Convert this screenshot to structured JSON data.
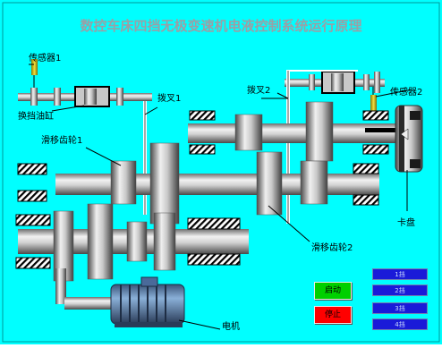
{
  "title": "数控车床四挡无极变速机电液控制系统运行原理",
  "labels": {
    "sensor1": "传感器1",
    "sensor2": "传感器2",
    "shift_cylinder": "换挡油缸",
    "fork1": "拨叉1",
    "fork2": "拨叉2",
    "slide_gear1": "滑移齿轮1",
    "slide_gear2": "滑移齿轮2",
    "chuck": "卡盘",
    "motor": "电机"
  },
  "controls": {
    "start": "启动",
    "stop": "停止",
    "gears": [
      "1挡",
      "2挡",
      "3挡",
      "4挡"
    ]
  },
  "colors": {
    "background": "#00ffff",
    "title_text": "#9aa0a6",
    "start_button": "#00d000",
    "stop_button": "#ff0000",
    "gear_buttons": "#1a1ad8",
    "motor": "#4a6a9a"
  }
}
